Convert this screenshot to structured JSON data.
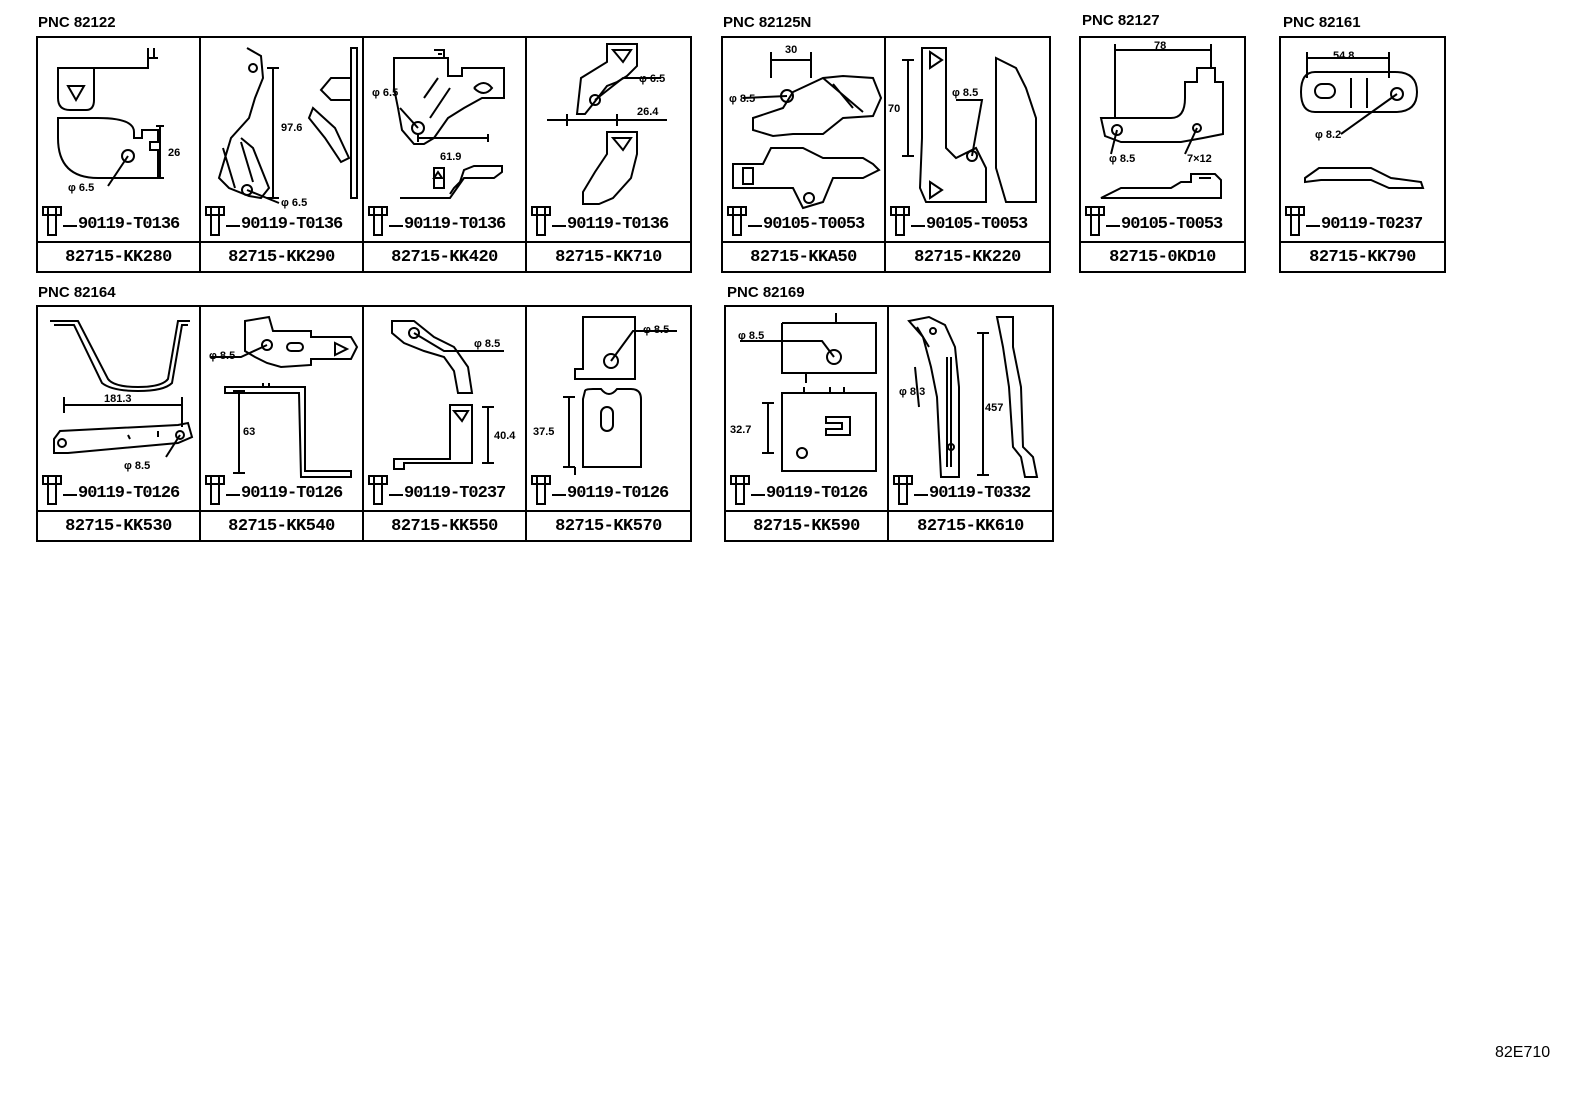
{
  "groups": [
    {
      "pnc": "PNC 82122",
      "cells": [
        {
          "bolt": "90119-T0136",
          "part": "82715-KK280",
          "dims": [
            "26",
            "φ 6.5"
          ]
        },
        {
          "bolt": "90119-T0136",
          "part": "82715-KK290",
          "dims": [
            "97.6",
            "φ 6.5"
          ]
        },
        {
          "bolt": "90119-T0136",
          "part": "82715-KK420",
          "dims": [
            "φ 6.5",
            "61.9"
          ]
        },
        {
          "bolt": "90119-T0136",
          "part": "82715-KK710",
          "dims": [
            "φ 6.5",
            "26.4"
          ]
        }
      ]
    },
    {
      "pnc": "PNC 82125N",
      "cells": [
        {
          "bolt": "90105-T0053",
          "part": "82715-KKA50",
          "dims": [
            "30",
            "φ 8.5"
          ]
        },
        {
          "bolt": "90105-T0053",
          "part": "82715-KK220",
          "dims": [
            "70",
            "φ 8.5"
          ]
        }
      ]
    },
    {
      "pnc": "PNC 82127",
      "cells": [
        {
          "bolt": "90105-T0053",
          "part": "82715-0KD10",
          "dims": [
            "78",
            "φ 8.5",
            "7×12"
          ]
        }
      ]
    },
    {
      "pnc": "PNC 82161",
      "cells": [
        {
          "bolt": "90119-T0237",
          "part": "82715-KK790",
          "dims": [
            "54.8",
            "φ 8.2"
          ]
        }
      ]
    },
    {
      "pnc": "PNC 82164",
      "cells": [
        {
          "bolt": "90119-T0126",
          "part": "82715-KK530",
          "dims": [
            "181.3",
            "φ 8.5"
          ]
        },
        {
          "bolt": "90119-T0126",
          "part": "82715-KK540",
          "dims": [
            "φ 8.5",
            "63"
          ]
        },
        {
          "bolt": "90119-T0237",
          "part": "82715-KK550",
          "dims": [
            "φ 8.5",
            "40.4"
          ]
        },
        {
          "bolt": "90119-T0126",
          "part": "82715-KK570",
          "dims": [
            "φ 8.5",
            "37.5"
          ]
        }
      ]
    },
    {
      "pnc": "PNC 82169",
      "cells": [
        {
          "bolt": "90119-T0126",
          "part": "82715-KK590",
          "dims": [
            "φ 8.5",
            "32.7"
          ]
        },
        {
          "bolt": "90119-T0332",
          "part": "82715-KK610",
          "dims": [
            "φ 8.3",
            "457"
          ]
        }
      ]
    }
  ],
  "icons": {
    "bolt": "bolt-icon",
    "bracket": "bracket-drawing"
  },
  "diagram_ref": "82E710"
}
